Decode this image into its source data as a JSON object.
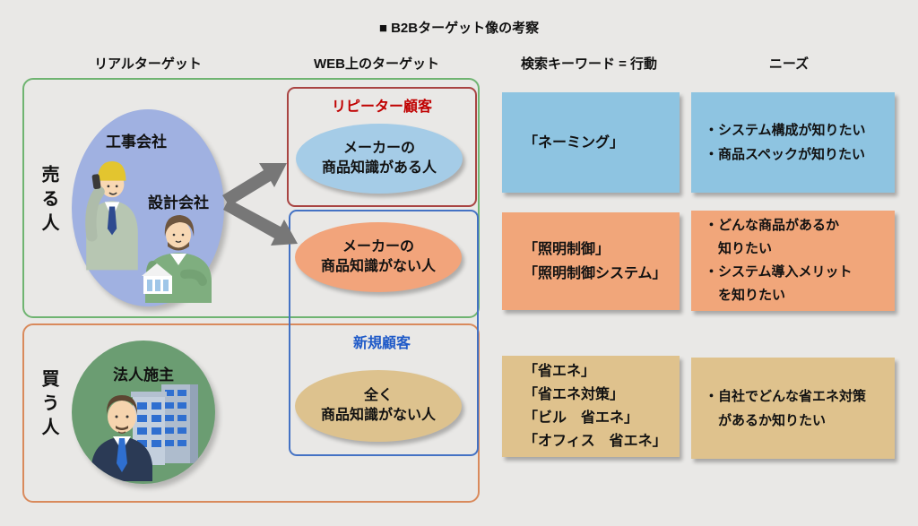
{
  "title": "■ B2Bターゲット像の考察",
  "columns": {
    "real_target": "リアルターゲット",
    "web_target": "WEB上のターゲット",
    "search_keyword": "検索キーワード = 行動",
    "needs": "ニーズ"
  },
  "groups": {
    "seller": {
      "label": "売る人",
      "members": [
        "工事会社",
        "設計会社"
      ]
    },
    "buyer": {
      "label": "買う人",
      "members": [
        "法人施主"
      ]
    }
  },
  "web_target_groups": [
    {
      "label": "リピーター顧客",
      "members": [
        "メーカーの\n商品知識がある人"
      ]
    },
    {
      "label": "新規顧客",
      "members": [
        "メーカーの\n商品知識がない人",
        "全く\n商品知識がない人"
      ]
    }
  ],
  "rows": [
    {
      "keywords": "「ネーミング」",
      "needs": "・システム構成が知りたい\n・商品スペックが知りたい"
    },
    {
      "keywords": "「照明制御」\n「照明制御システム」",
      "needs": "・どんな商品があるか\n　知りたい\n・システム導入メリット\n　を知りたい"
    },
    {
      "keywords": "「省エネ」\n「省エネ対策」\n「ビル　省エネ」\n「オフィス　省エネ」",
      "needs": "・自社でどんな省エネ対策\n　があるか知りたい"
    }
  ],
  "icons": {
    "worker": "construction-worker-illustration",
    "architect": "architect-illustration",
    "businessman": "businessman-and-building-illustration",
    "arrows": "branch-arrows"
  },
  "colors": {
    "background": "#e9e8e6",
    "seller_box_border": "#6fb471",
    "buyer_box_border": "#d98a5c",
    "repeater_box_border": "#a94442",
    "new_customer_box_border": "#4472c4",
    "repeater_label_text": "#c00000",
    "new_customer_label_text": "#1f5ac8",
    "seller_ellipse": "#a0b1e1",
    "buyer_circle": "#6b9d72",
    "knowledge_yes_ellipse": "#a5cce7",
    "knowledge_no_ellipse": "#f2a47b",
    "knowledge_none_ellipse": "#ddc28e",
    "row1_boxes": "#8ec4e1",
    "row2_boxes": "#f1a67a",
    "row3_boxes": "#dfc28d",
    "arrow": "#777777"
  }
}
